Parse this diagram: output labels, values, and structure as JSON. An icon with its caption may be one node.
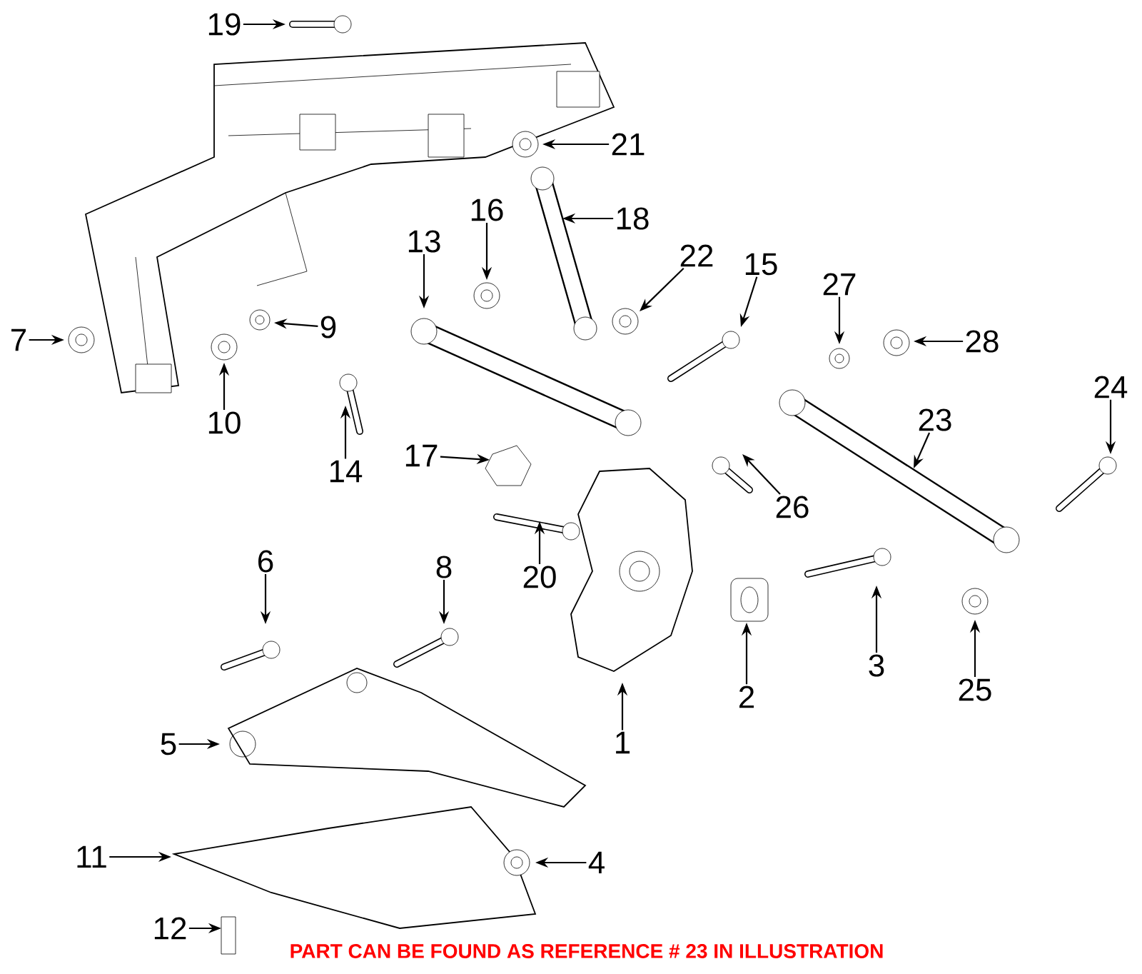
{
  "diagram": {
    "nodes": [
      {
        "text": [
          "19"
        ]
      },
      {
        "text": [
          "21"
        ]
      },
      {
        "text": [
          "16"
        ]
      },
      {
        "text": [
          "18"
        ]
      },
      {
        "text": [
          "13"
        ]
      },
      {
        "text": [
          "22"
        ]
      },
      {
        "text": [
          "15"
        ]
      },
      {
        "text": [
          "27"
        ]
      },
      {
        "text": [
          "7"
        ]
      },
      {
        "text": [
          "9"
        ]
      },
      {
        "text": [
          "28"
        ]
      },
      {
        "text": [
          "10"
        ]
      },
      {
        "text": [
          "24"
        ]
      },
      {
        "text": [
          "23"
        ]
      },
      {
        "text": [
          "14"
        ]
      },
      {
        "text": [
          "17"
        ]
      },
      {
        "text": [
          "26"
        ]
      },
      {
        "text": [
          "6"
        ]
      },
      {
        "text": [
          "8"
        ]
      },
      {
        "text": [
          "20"
        ]
      },
      {
        "text": [
          "3"
        ]
      },
      {
        "text": [
          "2"
        ]
      },
      {
        "text": [
          "25"
        ]
      },
      {
        "text": [
          "1"
        ]
      },
      {
        "text": [
          "5"
        ]
      },
      {
        "text": [
          "11"
        ]
      },
      {
        "text": [
          "4"
        ]
      },
      {
        "text": [
          "12"
        ]
      }
    ],
    "edges": [
      {
        "from": 0,
        "to": null,
        "arrow": "to"
      },
      {
        "from": 1,
        "to": null,
        "arrow": "to"
      },
      {
        "from": 2,
        "to": null,
        "arrow": "to"
      },
      {
        "from": 3,
        "to": null,
        "arrow": "to"
      },
      {
        "from": 4,
        "to": null,
        "arrow": "to"
      },
      {
        "from": 5,
        "to": null,
        "arrow": "to"
      },
      {
        "from": 6,
        "to": null,
        "arrow": "to"
      },
      {
        "from": 7,
        "to": null,
        "arrow": "to"
      },
      {
        "from": 8,
        "to": null,
        "arrow": "to"
      },
      {
        "from": 9,
        "to": null,
        "arrow": "to"
      },
      {
        "from": 10,
        "to": null,
        "arrow": "to"
      },
      {
        "from": 11,
        "to": null,
        "arrow": "to"
      },
      {
        "from": 12,
        "to": null,
        "arrow": "to"
      },
      {
        "from": 13,
        "to": null,
        "arrow": "to"
      },
      {
        "from": 14,
        "to": null,
        "arrow": "to"
      },
      {
        "from": 15,
        "to": null,
        "arrow": "to"
      },
      {
        "from": 16,
        "to": null,
        "arrow": "to"
      },
      {
        "from": 17,
        "to": null,
        "arrow": "to"
      },
      {
        "from": 18,
        "to": null,
        "arrow": "to"
      },
      {
        "from": 19,
        "to": null,
        "arrow": "to"
      },
      {
        "from": 20,
        "to": null,
        "arrow": "to"
      },
      {
        "from": 21,
        "to": null,
        "arrow": "to"
      },
      {
        "from": 22,
        "to": null,
        "arrow": "to"
      },
      {
        "from": 23,
        "to": null,
        "arrow": "to"
      },
      {
        "from": 24,
        "to": null,
        "arrow": "to"
      },
      {
        "from": 25,
        "to": null,
        "arrow": "to"
      },
      {
        "from": 26,
        "to": null,
        "arrow": "to"
      },
      {
        "from": 27,
        "to": null,
        "arrow": "to"
      }
    ],
    "labels": [
      "PART CAN BE FOUND AS REFERENCE # 23 IN ILLUSTRATION"
    ]
  }
}
